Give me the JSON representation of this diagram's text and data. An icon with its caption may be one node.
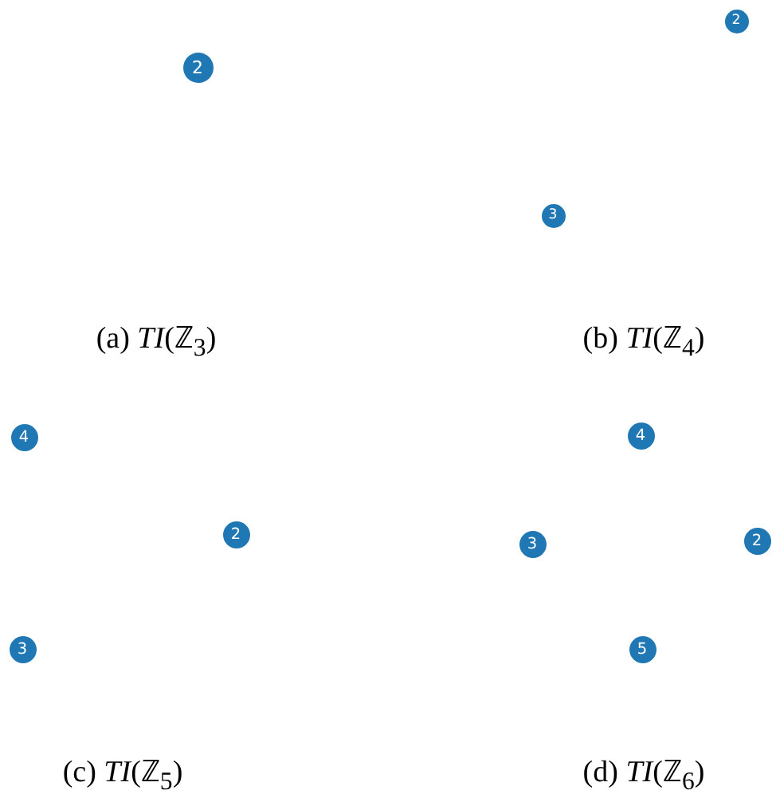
{
  "diagram": {
    "nodes": [
      {
        "text": [
          "2"
        ]
      },
      {
        "text": [
          "2"
        ]
      },
      {
        "text": [
          "3"
        ]
      },
      {
        "text": [
          "4"
        ]
      },
      {
        "text": [
          "2"
        ]
      },
      {
        "text": [
          "3"
        ]
      },
      {
        "text": [
          "4"
        ]
      },
      {
        "text": [
          "3"
        ]
      },
      {
        "text": [
          "2"
        ]
      },
      {
        "text": [
          "5"
        ]
      }
    ],
    "labels": [
      "(a) *TI*(ℤ$_{3}$)",
      "(b) *TI*(ℤ$_{4}$)",
      "(c) *TI*(ℤ$_{5}$)",
      "(d) *TI*(ℤ$_{6}$)"
    ]
  }
}
